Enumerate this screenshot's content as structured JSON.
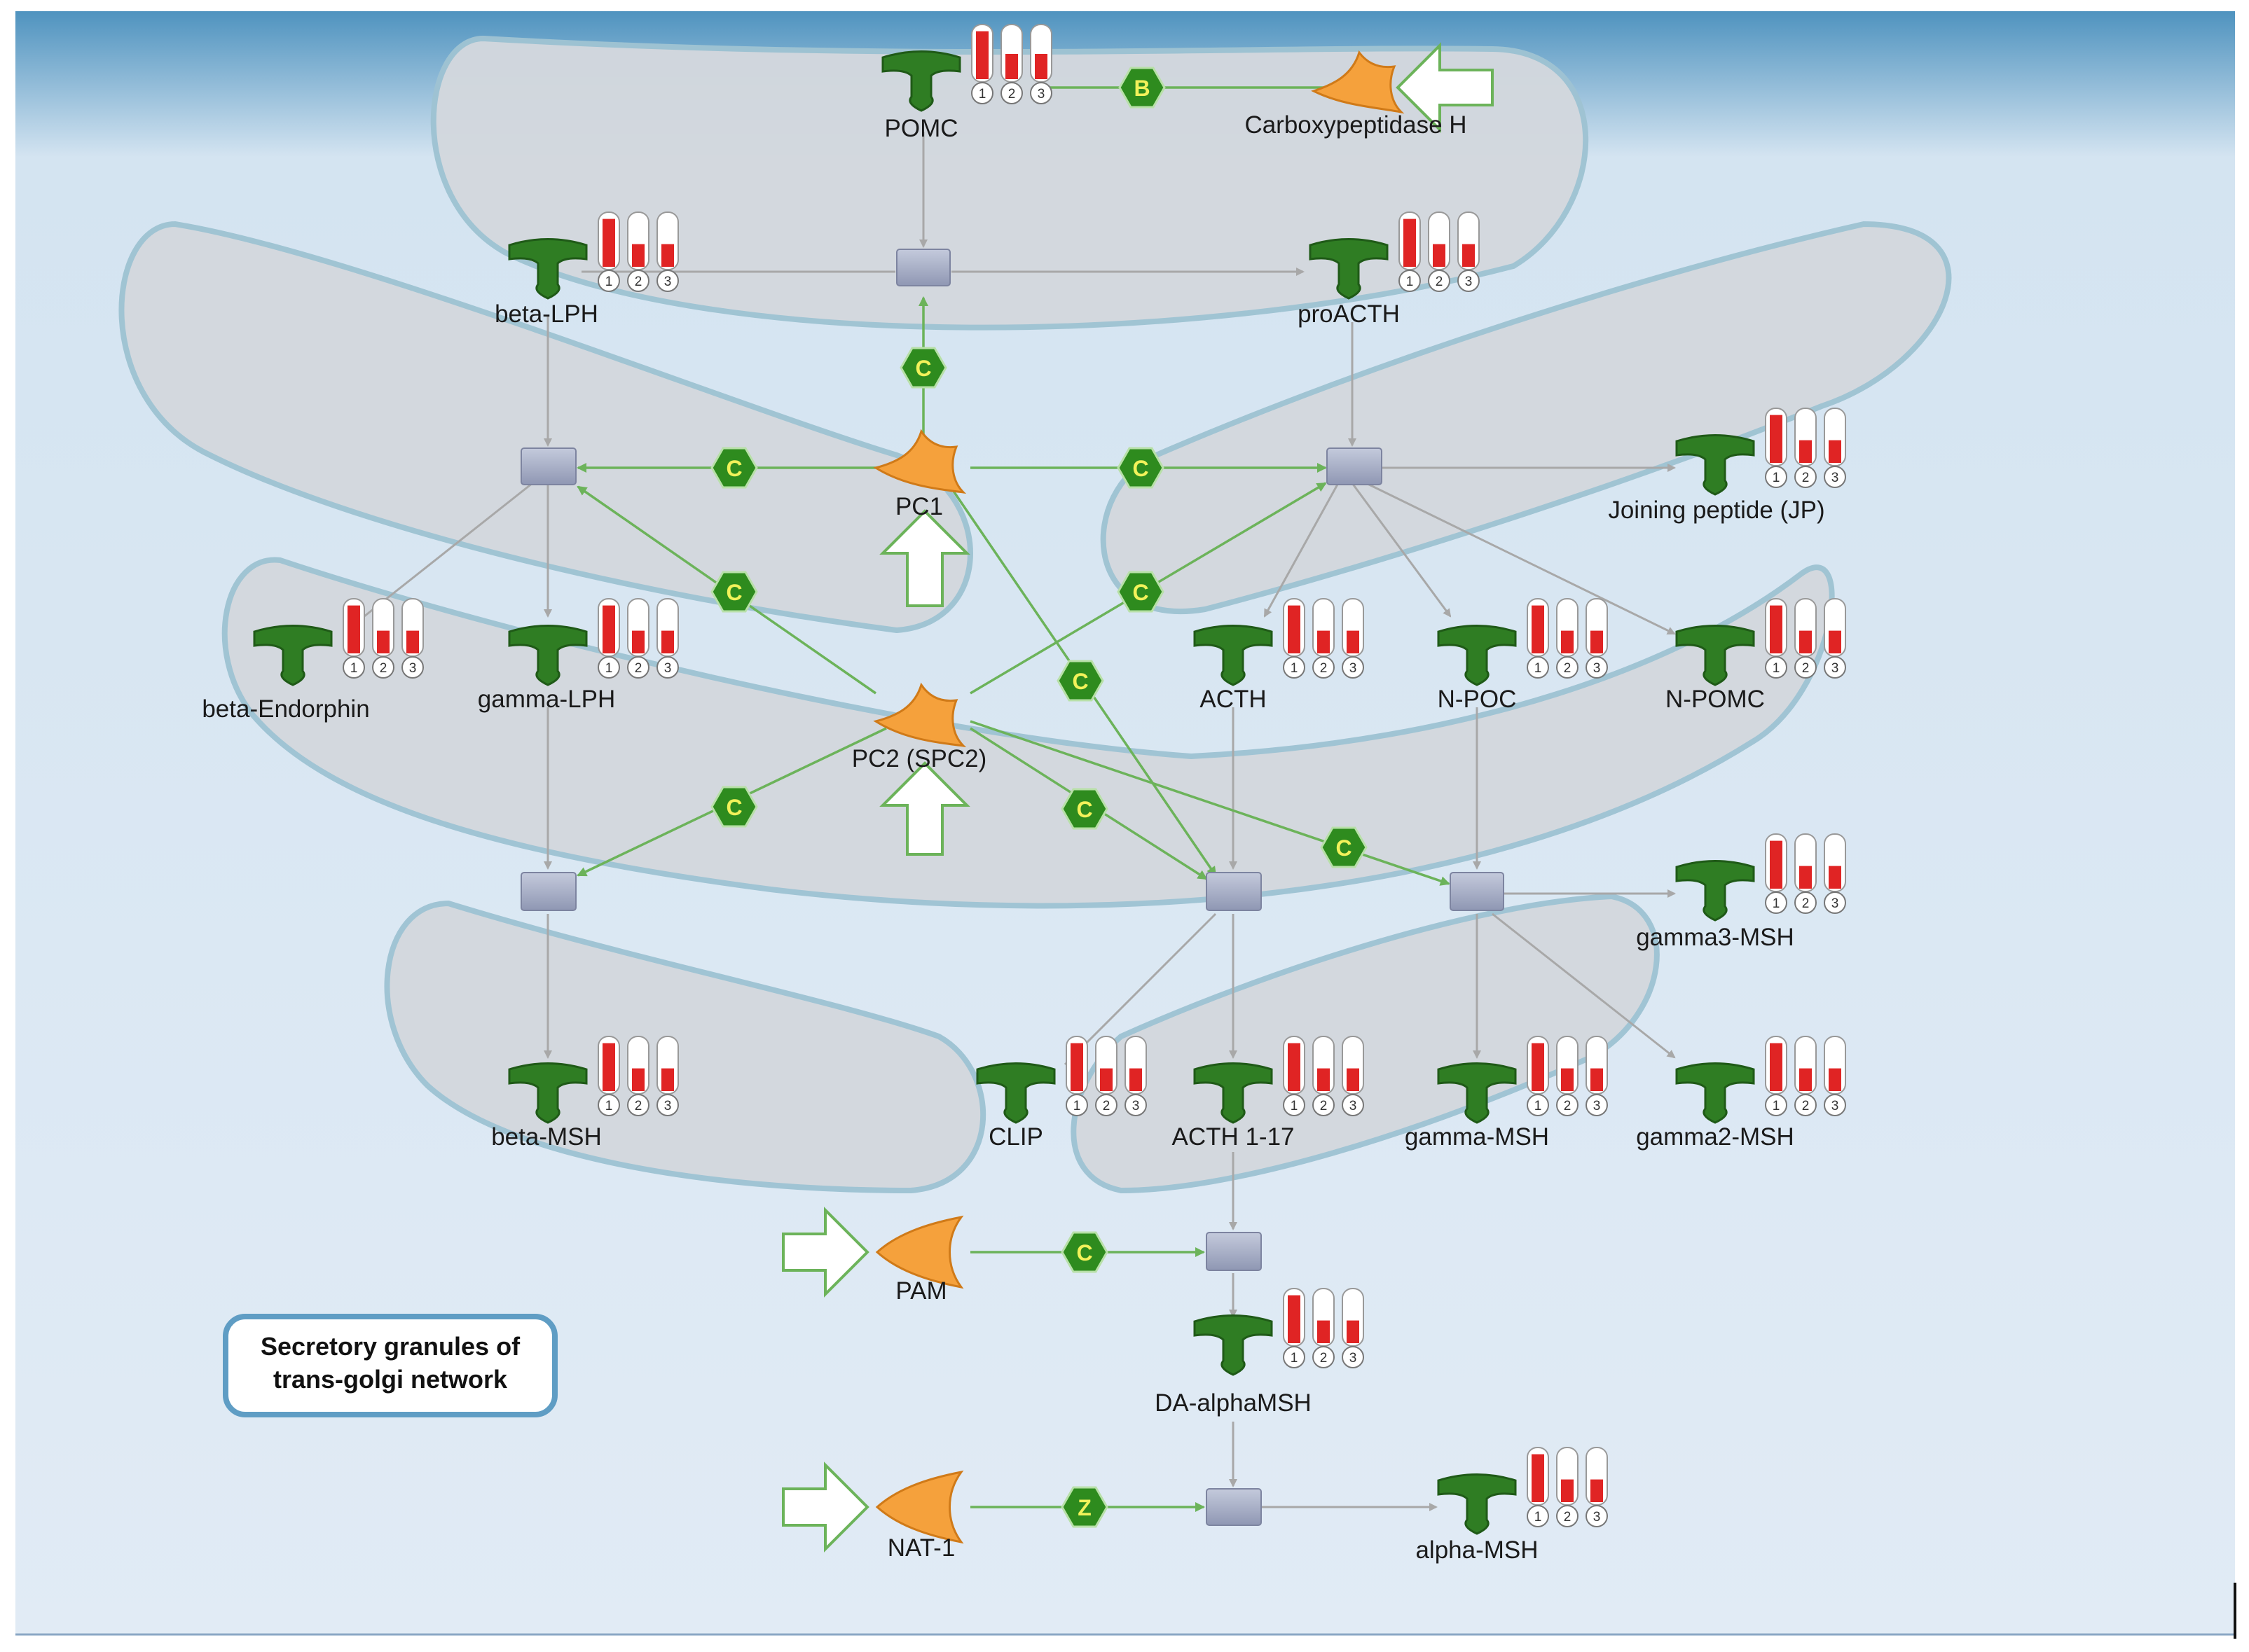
{
  "diagram": {
    "region_label": [
      "Secretory granules of",
      "trans-golgi network"
    ],
    "proteins": [
      {
        "id": "POMC",
        "label": "POMC",
        "levels": [
          0.95,
          0.5,
          0.5
        ]
      },
      {
        "id": "beta-LPH",
        "label": "beta-LPH",
        "levels": [
          0.95,
          0.45,
          0.45
        ]
      },
      {
        "id": "proACTH",
        "label": "proACTH",
        "levels": [
          0.95,
          0.45,
          0.45
        ]
      },
      {
        "id": "JP",
        "label": "Joining peptide (JP)",
        "levels": [
          0.95,
          0.45,
          0.45
        ]
      },
      {
        "id": "beta-Endorphin",
        "label": "beta-Endorphin",
        "levels": [
          0.95,
          0.45,
          0.45
        ]
      },
      {
        "id": "gamma-LPH",
        "label": "gamma-LPH",
        "levels": [
          0.95,
          0.45,
          0.45
        ]
      },
      {
        "id": "ACTH",
        "label": "ACTH",
        "levels": [
          0.95,
          0.45,
          0.45
        ]
      },
      {
        "id": "N-POC",
        "label": "N-POC",
        "levels": [
          0.95,
          0.45,
          0.45
        ]
      },
      {
        "id": "N-POMC",
        "label": "N-POMC",
        "levels": [
          0.95,
          0.45,
          0.45
        ]
      },
      {
        "id": "gamma3-MSH",
        "label": "gamma3-MSH",
        "levels": [
          0.95,
          0.45,
          0.45
        ]
      },
      {
        "id": "beta-MSH",
        "label": "beta-MSH",
        "levels": [
          0.95,
          0.45,
          0.45
        ]
      },
      {
        "id": "CLIP",
        "label": "CLIP",
        "levels": [
          0.95,
          0.45,
          0.45
        ]
      },
      {
        "id": "ACTH1-17",
        "label": "ACTH 1-17",
        "levels": [
          0.95,
          0.45,
          0.45
        ]
      },
      {
        "id": "gamma-MSH",
        "label": "gamma-MSH",
        "levels": [
          0.95,
          0.45,
          0.45
        ]
      },
      {
        "id": "gamma2-MSH",
        "label": "gamma2-MSH",
        "levels": [
          0.95,
          0.45,
          0.45
        ]
      },
      {
        "id": "DA-alphaMSH",
        "label": "DA-alphaMSH",
        "levels": [
          0.95,
          0.45,
          0.45
        ]
      },
      {
        "id": "alpha-MSH",
        "label": "alpha-MSH",
        "levels": [
          0.95,
          0.45,
          0.45
        ]
      }
    ],
    "enzymes": [
      {
        "id": "CPH",
        "label": "Carboxypeptidase H"
      },
      {
        "id": "PC1",
        "label": "PC1"
      },
      {
        "id": "PC2",
        "label": "PC2 (SPC2)"
      },
      {
        "id": "PAM",
        "label": "PAM"
      },
      {
        "id": "NAT1",
        "label": "NAT-1"
      }
    ],
    "thermometer_numbers": [
      "1",
      "2",
      "3"
    ],
    "edge_badges": {
      "B": "B",
      "C": "C",
      "Z": "Z"
    },
    "colors": {
      "protein_green": "#2f7d23",
      "enzyme_orange": "#f5a13c",
      "edge_green": "#6cb35a",
      "edge_gray": "#a8a8a8",
      "granule_fill": "#d3d8de",
      "granule_stroke": "#9fc3d3",
      "background": "#dfeaf5",
      "thermo_red": "#e02424"
    }
  }
}
